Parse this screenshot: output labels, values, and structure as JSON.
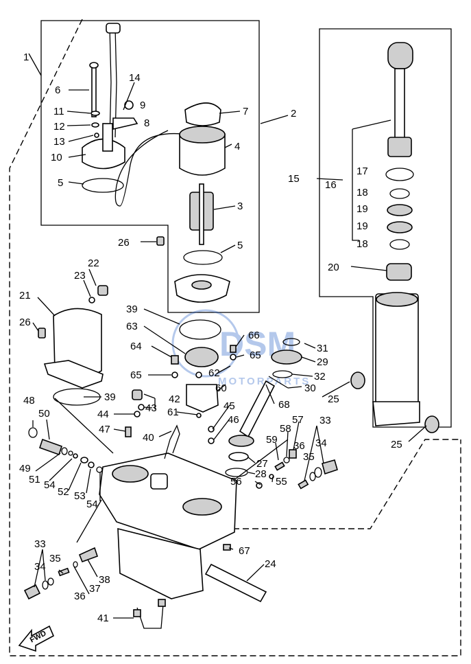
{
  "labels": {
    "p1": "1",
    "p2": "2",
    "p3": "3",
    "p4": "4",
    "p5a": "5",
    "p5b": "5",
    "p6": "6",
    "p7": "7",
    "p8": "8",
    "p9": "9",
    "p10": "10",
    "p11": "11",
    "p12": "12",
    "p13": "13",
    "p14": "14",
    "p15": "15",
    "p16": "16",
    "p17": "17",
    "p18a": "18",
    "p18b": "18",
    "p19a": "19",
    "p19b": "19",
    "p20": "20",
    "p21": "21",
    "p22": "22",
    "p23": "23",
    "p24": "24",
    "p25a": "25",
    "p25b": "25",
    "p26a": "26",
    "p26b": "26",
    "p27": "27",
    "p28": "28",
    "p29": "29",
    "p30": "30",
    "p31": "31",
    "p32": "32",
    "p33a": "33",
    "p33b": "33",
    "p34a": "34",
    "p34b": "34",
    "p35a": "35",
    "p35b": "35",
    "p36a": "36",
    "p36b": "36",
    "p37": "37",
    "p38": "38",
    "p39a": "39",
    "p39b": "39",
    "p40": "40",
    "p41": "41",
    "p42": "42",
    "p43": "43",
    "p44": "44",
    "p45": "45",
    "p46": "46",
    "p47": "47",
    "p48": "48",
    "p49": "49",
    "p50": "50",
    "p51": "51",
    "p52": "52",
    "p53": "53",
    "p54a": "54",
    "p54b": "54",
    "p55": "55",
    "p56": "56",
    "p57": "57",
    "p58": "58",
    "p59": "59",
    "p60": "60",
    "p61": "61",
    "p62": "62",
    "p63": "63",
    "p64": "64",
    "p65a": "65",
    "p65b": "65",
    "p66": "66",
    "p67": "67",
    "p68": "68"
  },
  "fwd_badge": "FWD",
  "watermark": {
    "logo_text": "DSM",
    "sub_text": "MOTORPARTS",
    "color": "#2b63c8"
  },
  "colors": {
    "line": "#000000",
    "background": "#ffffff"
  }
}
